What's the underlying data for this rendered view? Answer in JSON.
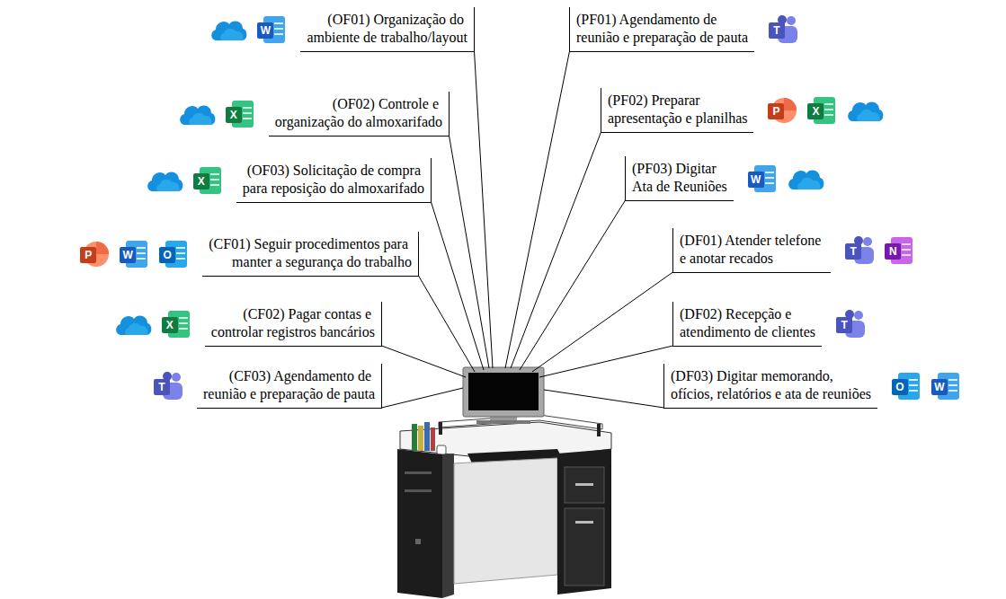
{
  "diagram": {
    "nodes": [
      {
        "text": [
          "(OF01) Organização do ambiente de trabalho/layout"
        ]
      },
      {
        "text": [
          "(OF02) Controle e organização do almoxarifado"
        ]
      },
      {
        "text": [
          "(OF03) Solicitação de compra para reposição do almoxarifado"
        ]
      },
      {
        "text": [
          "(CF01) Seguir procedimentos para manter a segurança do trabalho"
        ]
      },
      {
        "text": [
          "(CF02) Pagar contas e controlar registros bancários"
        ]
      },
      {
        "text": [
          "(CF03) Agendamento de reunião e preparação de pauta"
        ]
      },
      {
        "text": [
          "(PF01) Agendamento de reunião e preparação de pauta"
        ]
      },
      {
        "text": [
          "(PF02) Preparar apresentação e planilhas"
        ]
      },
      {
        "text": [
          "(PF03) Digitar Ata de Reuniões"
        ]
      },
      {
        "text": [
          "(DF01) Atender telefone e anotar recados"
        ]
      },
      {
        "text": [
          "(DF02) Recepção e atendimento de clientes"
        ]
      },
      {
        "text": [
          "(DF03) Digitar memorando, ofícios, relatórios e ata de reuniões"
        ]
      }
    ],
    "labels": [
      "W",
      "X",
      "X",
      "P",
      "W",
      "O",
      "X",
      "T",
      "T",
      "P",
      "X",
      "W",
      "T",
      "N",
      "T",
      "O",
      "W"
    ]
  }
}
